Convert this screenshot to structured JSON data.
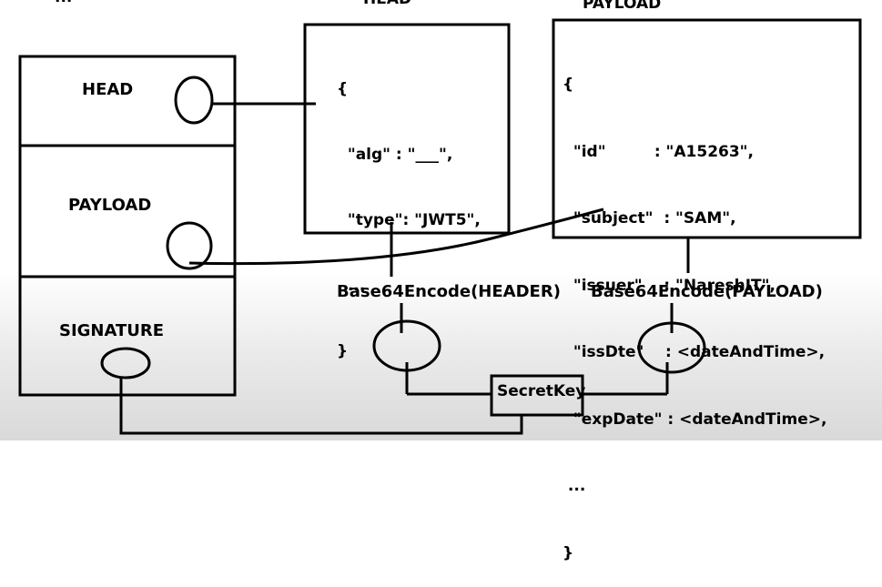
{
  "top_partial": {
    "left": "...",
    "head": "HEAD",
    "payload": "PAYLOAD"
  },
  "token": {
    "head": "HEAD",
    "payload": "PAYLOAD",
    "signature": "SIGNATURE"
  },
  "header_json": {
    "lines": [
      "{",
      "  \"alg\" : \"___\",",
      "  \"type\": \"JWT5\",",
      "  ...",
      "}"
    ]
  },
  "payload_json": {
    "lines": [
      "{",
      "  \"id\"         : \"A15263\",",
      "  \"subject\"  : \"SAM\",",
      "  \"issuer\"    : \"NareshIT\",",
      "  \"issDte\"    : <dateAndTime>,",
      "  \"expDate\" : <dateAndTime>,",
      " ...",
      "}"
    ]
  },
  "encode": {
    "header": "Base64Encode(HEADER)",
    "payload": "Base64Encode(PAYLOAD)"
  },
  "secret_key": "SecretKey"
}
